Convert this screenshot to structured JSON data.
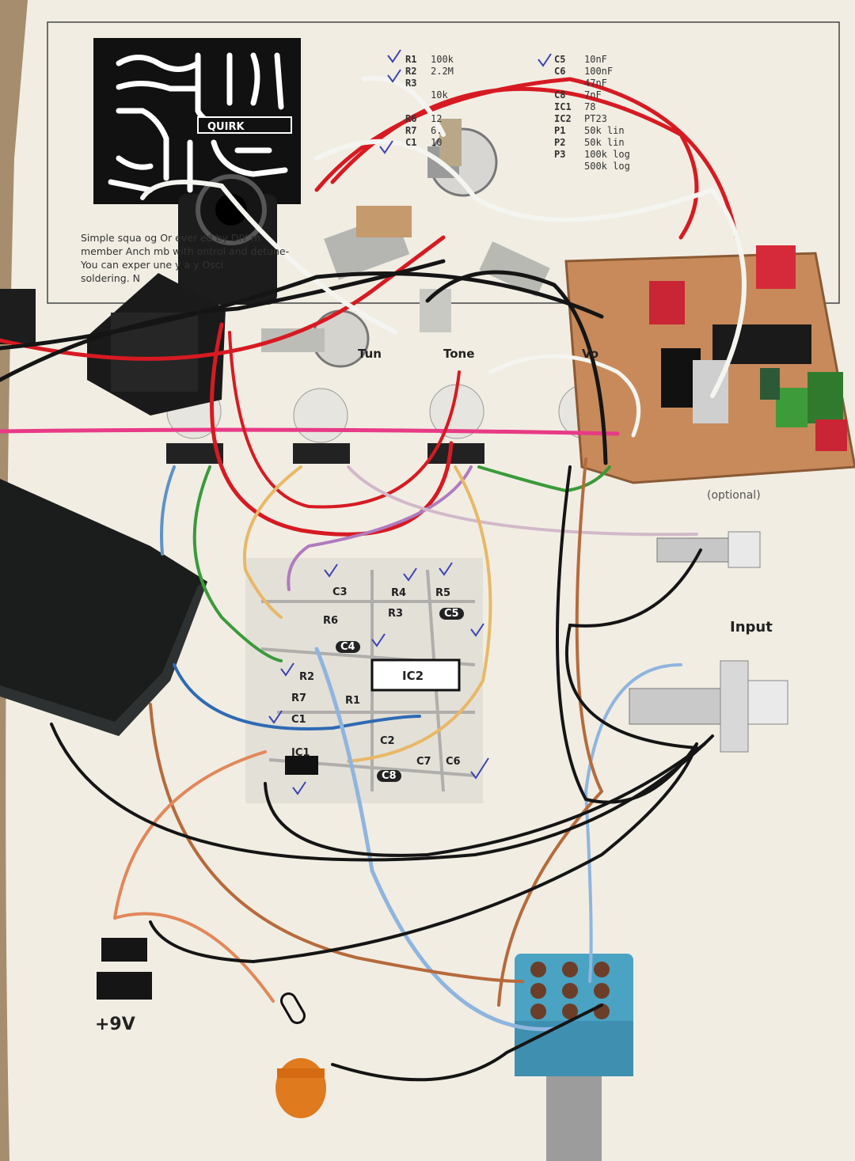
{
  "photo": {
    "kind": "photograph of a hand-wired guitar pedal build on a printed assembly guide",
    "colors": {
      "table": "#a58d6e",
      "paper": "#f1ede3",
      "pcb_copper": "#c88a5a",
      "wire_red": "#d71a22",
      "wire_black": "#151515",
      "wire_white": "#f4f4f0",
      "wire_pink": "#e83a86",
      "wire_blue": "#5b93c9",
      "wire_orange": "#e2875a",
      "footswitch": "#4aa3c2",
      "led": "#e07a1e"
    }
  },
  "sheet": {
    "bom_left": [
      {
        "ref": "R1",
        "val": "100k"
      },
      {
        "ref": "R2",
        "val": "2.2M"
      },
      {
        "ref": "R3",
        "val": ""
      },
      {
        "ref": "",
        "val": "10k"
      },
      {
        "ref": "R6",
        "val": "12"
      },
      {
        "ref": "R7",
        "val": "6."
      },
      {
        "ref": "C1",
        "val": "10"
      }
    ],
    "bom_right": [
      {
        "ref": "C5",
        "val": "10nF"
      },
      {
        "ref": "C6",
        "val": "100nF"
      },
      {
        "ref": "",
        "val": "47nF"
      },
      {
        "ref": "C8",
        "val": "7nF"
      },
      {
        "ref": "IC1",
        "val": "78"
      },
      {
        "ref": "IC2",
        "val": "PT23"
      },
      {
        "ref": "P1",
        "val": "50k lin"
      },
      {
        "ref": "P2",
        "val": "50k lin"
      },
      {
        "ref": "P3",
        "val": "100k log"
      },
      {
        "ref": "",
        "val": "500k log"
      }
    ],
    "description": [
      "Simple squa                    og                 Or                  ever     ed by DIY         m",
      "member Anch                  mb           with                    ontrol and detune-",
      "You can exper              une          y a              y Osci",
      "soldering. N"
    ],
    "pcb_logo": "QUIRK",
    "pot_labels": {
      "tune": "Tun",
      "tone": "Tone",
      "vol": "Vo"
    },
    "optional_label": "(optional)",
    "input_label": "Input",
    "power_label": "+9V",
    "layout_parts": [
      "C3",
      "R4",
      "R5",
      "R6",
      "R3",
      "C5",
      "C4",
      "R2",
      "IC2",
      "R7",
      "R1",
      "C1",
      "C2",
      "C7",
      "C6",
      "IC1",
      "C8"
    ]
  }
}
